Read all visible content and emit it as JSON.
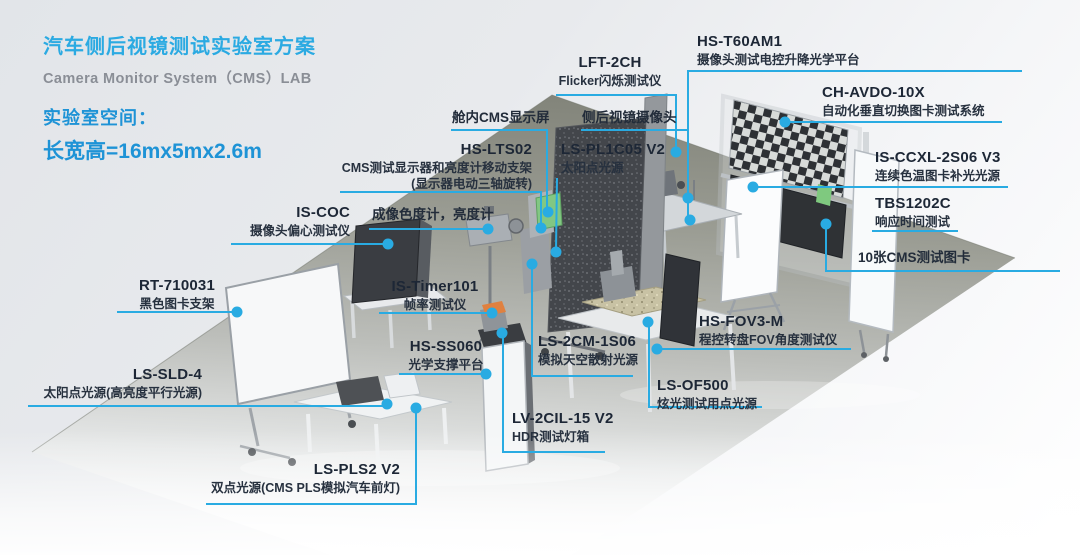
{
  "header": {
    "title": "汽车侧后视镜测试实验室方案",
    "subtitle": "Camera Monitor System（CMS）LAB",
    "space_line1": "实验室空间：",
    "space_line2": "长宽高=16mx5mx2.6m"
  },
  "colors": {
    "accent_blue": "#29ABE2",
    "title_blue": "#2BAAE2",
    "space_blue": "#1E93D6",
    "label_dark": "#1D2736",
    "subtitle_gray": "#8A8E96",
    "floor_gray": "#9B9D94"
  },
  "labels": [
    {
      "id": "lft-2ch",
      "code": "LFT-2CH",
      "desc": "Flicker闪烁测试仪"
    },
    {
      "id": "hs-t60am1",
      "code": "HS-T60AM1",
      "desc": "摄像头测试电控升降光学平台"
    },
    {
      "id": "ch-avdo-10x",
      "code": "CH-AVDO-10X",
      "desc": "自动化垂直切换图卡测试系统"
    },
    {
      "id": "is-ccxl-2s06",
      "code": "IS-CCXL-2S06 V3",
      "desc": "连续色温图卡补光光源"
    },
    {
      "id": "tbs1202c",
      "code": "TBS1202C",
      "desc": "响应时间测试"
    },
    {
      "id": "cms-cards",
      "text": "10张CMS测试图卡"
    },
    {
      "id": "cabin-display",
      "text": "舱内CMS显示屏"
    },
    {
      "id": "mirror-camera",
      "text": "侧后视镜摄像头"
    },
    {
      "id": "hs-lts02",
      "code": "HS-LTS02",
      "desc": "CMS测试显示器和亮度计移动支架",
      "desc2": "(显示器电动三轴旋转)"
    },
    {
      "id": "ls-pl1c05",
      "code": "LS-PL1C05 V2",
      "desc": "太阳点光源"
    },
    {
      "id": "is-coc",
      "code": "IS-COC",
      "desc": "摄像头偏心测试仪"
    },
    {
      "id": "colorimeter",
      "text": "成像色度计，亮度计"
    },
    {
      "id": "rt-710031",
      "code": "RT-710031",
      "desc": "黑色图卡支架"
    },
    {
      "id": "is-timer101",
      "code": "IS-Timer101",
      "desc": "帧率测试仪"
    },
    {
      "id": "hs-ss060",
      "code": "HS-SS060",
      "desc": "光学支撑平台"
    },
    {
      "id": "ls-2cm-1s06",
      "code": "LS-2CM-1S06",
      "desc": "模拟天空散射光源"
    },
    {
      "id": "hs-fov3-m",
      "code": "HS-FOV3-M",
      "desc": "程控转盘FOV角度测试仪"
    },
    {
      "id": "ls-of500",
      "code": "LS-OF500",
      "desc": "炫光测试用点光源"
    },
    {
      "id": "lv-2cil-15",
      "code": "LV-2CIL-15 V2",
      "desc": "HDR测试灯箱"
    },
    {
      "id": "ls-sld-4",
      "code": "LS-SLD-4",
      "desc": "太阳点光源(高亮度平行光源)"
    },
    {
      "id": "ls-pls2",
      "code": "LS-PLS2 V2",
      "desc": "双点光源(CMS PLS模拟汽车前灯)"
    }
  ]
}
